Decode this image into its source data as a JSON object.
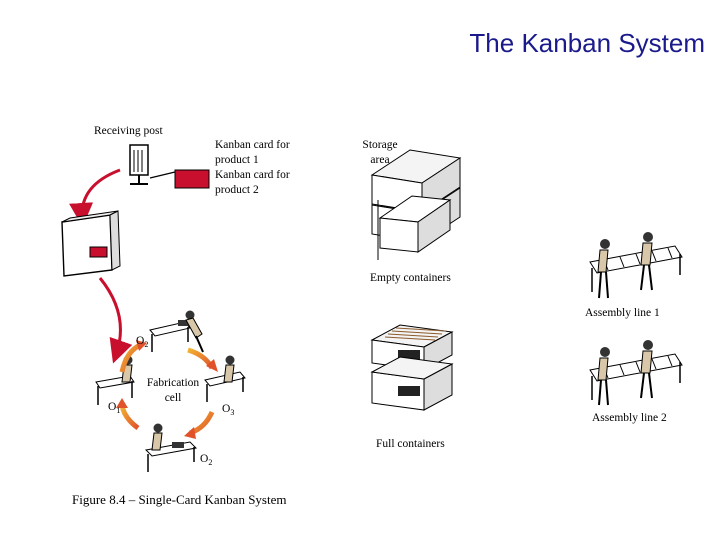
{
  "header": {
    "title": "The Kanban System"
  },
  "labels": {
    "receiving_post": "Receiving post",
    "kanban_card_product1_a": "Kanban card for",
    "kanban_card_product1_b": "product 1",
    "kanban_card_product2_a": "Kanban card for",
    "kanban_card_product2_b": "product 2",
    "storage_area_a": "Storage",
    "storage_area_b": "area",
    "empty_containers": "Empty containers",
    "full_containers": "Full containers",
    "assembly_line_1": "Assembly line 1",
    "assembly_line_2": "Assembly line 2",
    "fabrication_cell_a": "Fabrication",
    "fabrication_cell_b": "cell",
    "op_top": "O",
    "op_top_sub": "2",
    "op_left": "O",
    "op_left_sub": "1",
    "op_right": "O",
    "op_right_sub": "3",
    "op_bottom": "O",
    "op_bottom_sub": "2"
  },
  "footer": {
    "caption": "Figure 8.4 – Single-Card Kanban System"
  },
  "colors": {
    "title": "#1a1a8c",
    "card": "#c8102e",
    "arrow": "#c8102e",
    "cycle_arrow_start": "#f2b233",
    "cycle_arrow_end": "#e0522a"
  }
}
